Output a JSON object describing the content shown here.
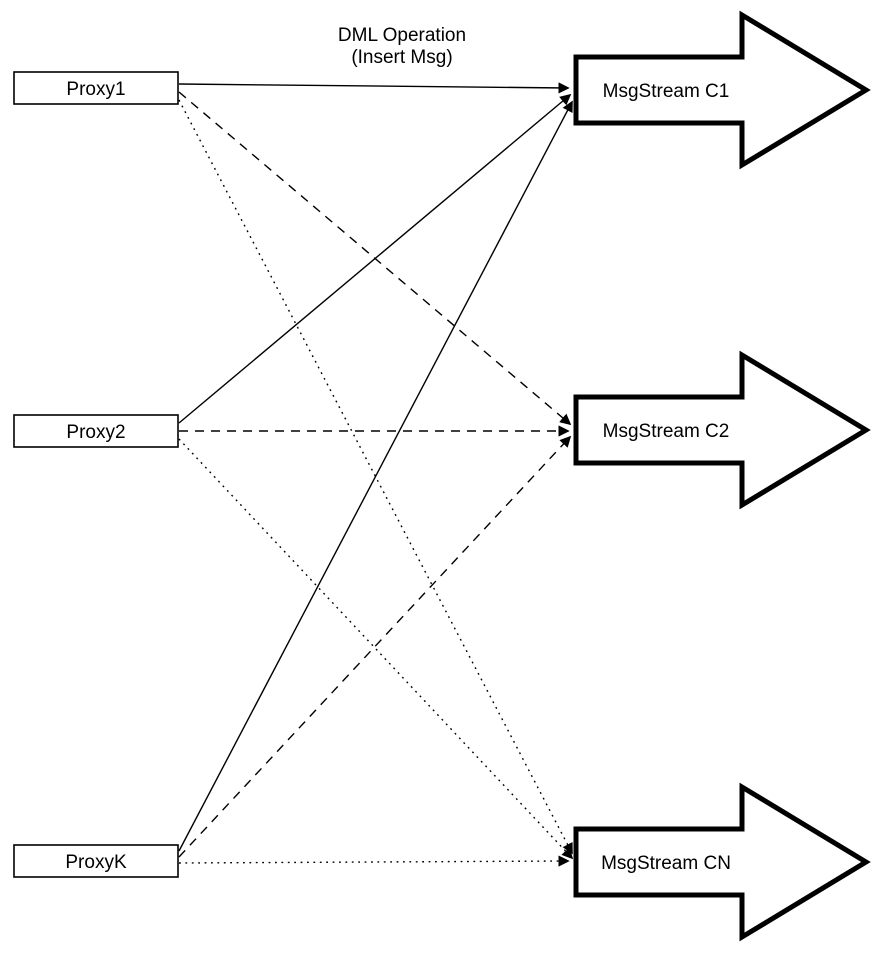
{
  "diagram": {
    "title_line1": "DML Operation",
    "title_line2": "(Insert Msg)",
    "proxies": [
      {
        "label": "Proxy1"
      },
      {
        "label": "Proxy2"
      },
      {
        "label": "ProxyK"
      }
    ],
    "streams": [
      {
        "label": "MsgStream C1"
      },
      {
        "label": "MsgStream C2"
      },
      {
        "label": "MsgStream CN"
      }
    ],
    "edges": [
      {
        "from": "Proxy1",
        "to": "MsgStream C1",
        "line_style": "solid"
      },
      {
        "from": "Proxy2",
        "to": "MsgStream C1",
        "line_style": "solid"
      },
      {
        "from": "ProxyK",
        "to": "MsgStream C1",
        "line_style": "solid"
      },
      {
        "from": "Proxy1",
        "to": "MsgStream C2",
        "line_style": "dashed"
      },
      {
        "from": "Proxy2",
        "to": "MsgStream C2",
        "line_style": "dashed"
      },
      {
        "from": "ProxyK",
        "to": "MsgStream C2",
        "line_style": "dashed"
      },
      {
        "from": "Proxy1",
        "to": "MsgStream CN",
        "line_style": "dotted"
      },
      {
        "from": "Proxy2",
        "to": "MsgStream CN",
        "line_style": "dotted"
      },
      {
        "from": "ProxyK",
        "to": "MsgStream CN",
        "line_style": "dotted"
      }
    ],
    "colors": {
      "stroke": "#000000",
      "shape_fill": "#ffffff",
      "background": "#ffffff"
    }
  }
}
